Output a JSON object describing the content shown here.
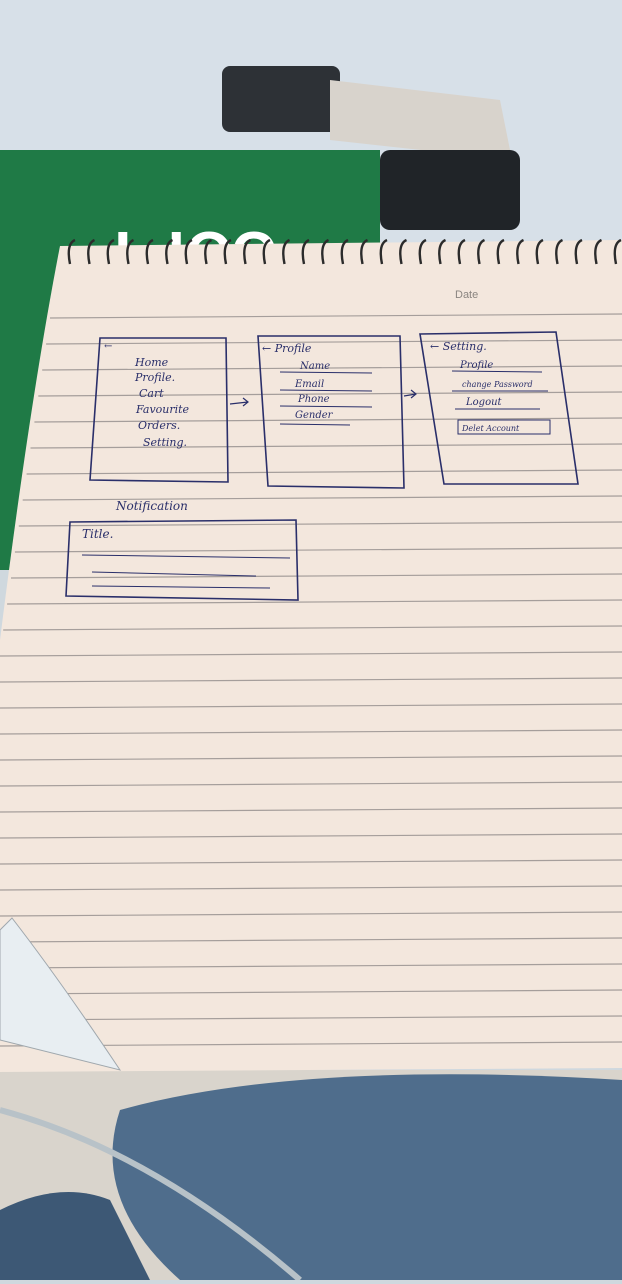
{
  "notepad": {
    "date_label": "Date",
    "copy_text": "COPY"
  },
  "sketch": {
    "menu_screen": {
      "back_arrow": "←",
      "items": [
        "Home",
        "Profile.",
        "Cart",
        "Favourite",
        "Orders.",
        "Setting."
      ]
    },
    "profile_screen": {
      "title": "← Profile",
      "fields": [
        "Name",
        "Email",
        "Phone",
        "Gender"
      ]
    },
    "settings_screen": {
      "title": "← Setting.",
      "items": [
        "Profile",
        "change Password",
        "Logout",
        "Delet Account"
      ]
    },
    "notification": {
      "heading": "Notification",
      "card_title": "Title."
    }
  }
}
